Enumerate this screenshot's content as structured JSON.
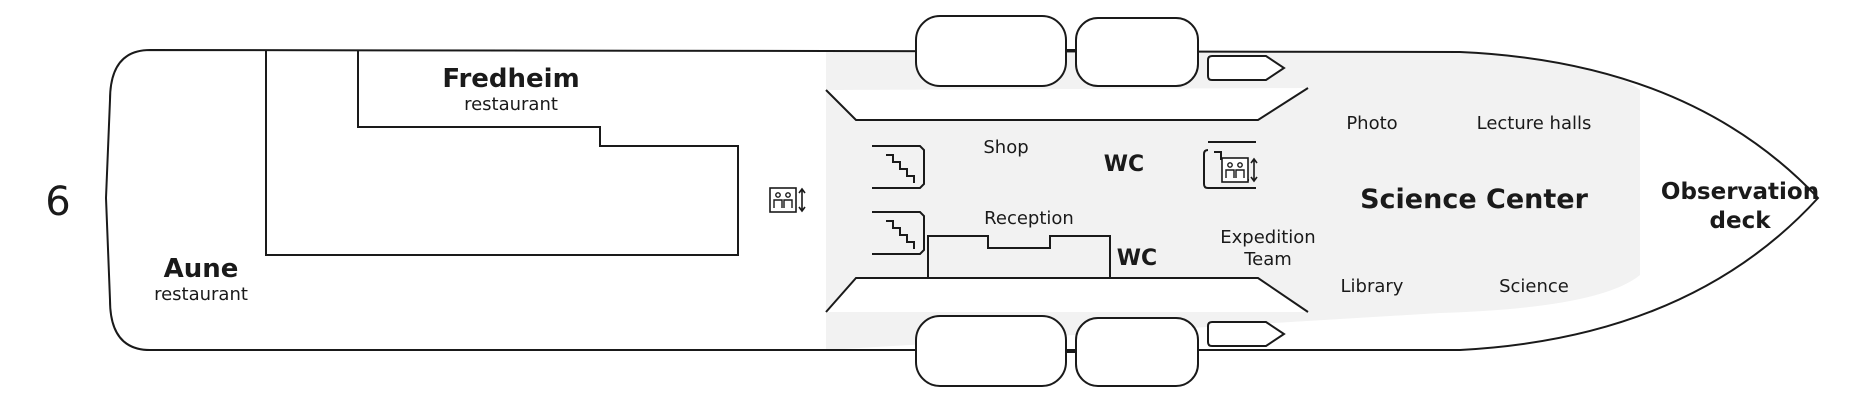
{
  "deck": {
    "number": "6"
  },
  "rooms": {
    "fredheim_name": "Fredheim",
    "fredheim_type": "restaurant",
    "aune_name": "Aune",
    "aune_type": "restaurant",
    "shop": "Shop",
    "reception": "Reception",
    "wc_upper": "WC",
    "wc_lower": "WC",
    "expedition_line1": "Expedition",
    "expedition_line2": "Team",
    "photo": "Photo",
    "lecture_halls": "Lecture halls",
    "science_center": "Science Center",
    "library": "Library",
    "science": "Science",
    "observation_line1": "Observation",
    "observation_line2": "deck"
  },
  "icons": {
    "elevator": "elevator-icon",
    "stairs": "stairs-icon",
    "lifeboat": "lifeboat-icon",
    "tender": "tender-boat-icon"
  },
  "colors": {
    "outline": "#1a1a1a",
    "zone_fill": "#f2f2f2",
    "background": "#ffffff"
  }
}
